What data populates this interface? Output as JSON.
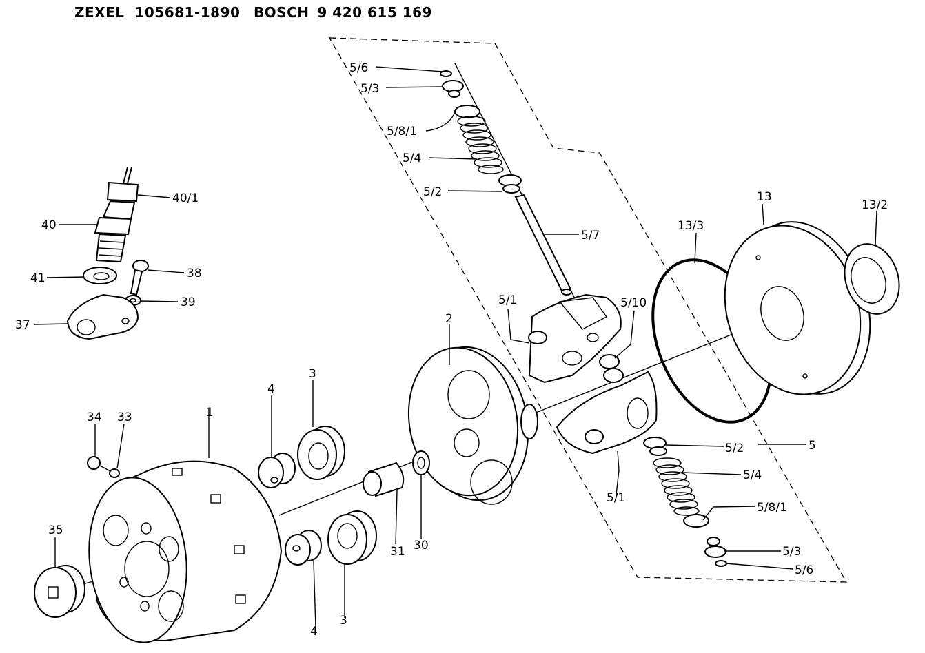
{
  "header": {
    "brand1": "ZEXEL",
    "code1": "105681-1890",
    "brand2": "BOSCH",
    "code2": "9 420 615 169"
  },
  "labels": {
    "l_5_6_top": "5/6",
    "l_5_3_top": "5/3",
    "l_5_8_1_top": "5/8/1",
    "l_5_4_top": "5/4",
    "l_5_2_top": "5/2",
    "l_5_7": "5/7",
    "l_40_1": "40/1",
    "l_40": "40",
    "l_38": "38",
    "l_41": "41",
    "l_39": "39",
    "l_37": "37",
    "l_13_3": "13/3",
    "l_13": "13",
    "l_13_2": "13/2",
    "l_5_1_top": "5/1",
    "l_5_10": "5/10",
    "l_2": "2",
    "l_4_top": "4",
    "l_3_top": "3",
    "l_34": "34",
    "l_33": "33",
    "l_1": "1",
    "l_5": "5",
    "l_5_2_bot": "5/2",
    "l_5_4_bot": "5/4",
    "l_5_1_bot": "5/1",
    "l_5_8_1_bot": "5/8/1",
    "l_35": "35",
    "l_31": "31",
    "l_30": "30",
    "l_5_3_bot": "5/3",
    "l_5_6_bot": "5/6",
    "l_4_bot": "4",
    "l_3_bot": "3"
  }
}
